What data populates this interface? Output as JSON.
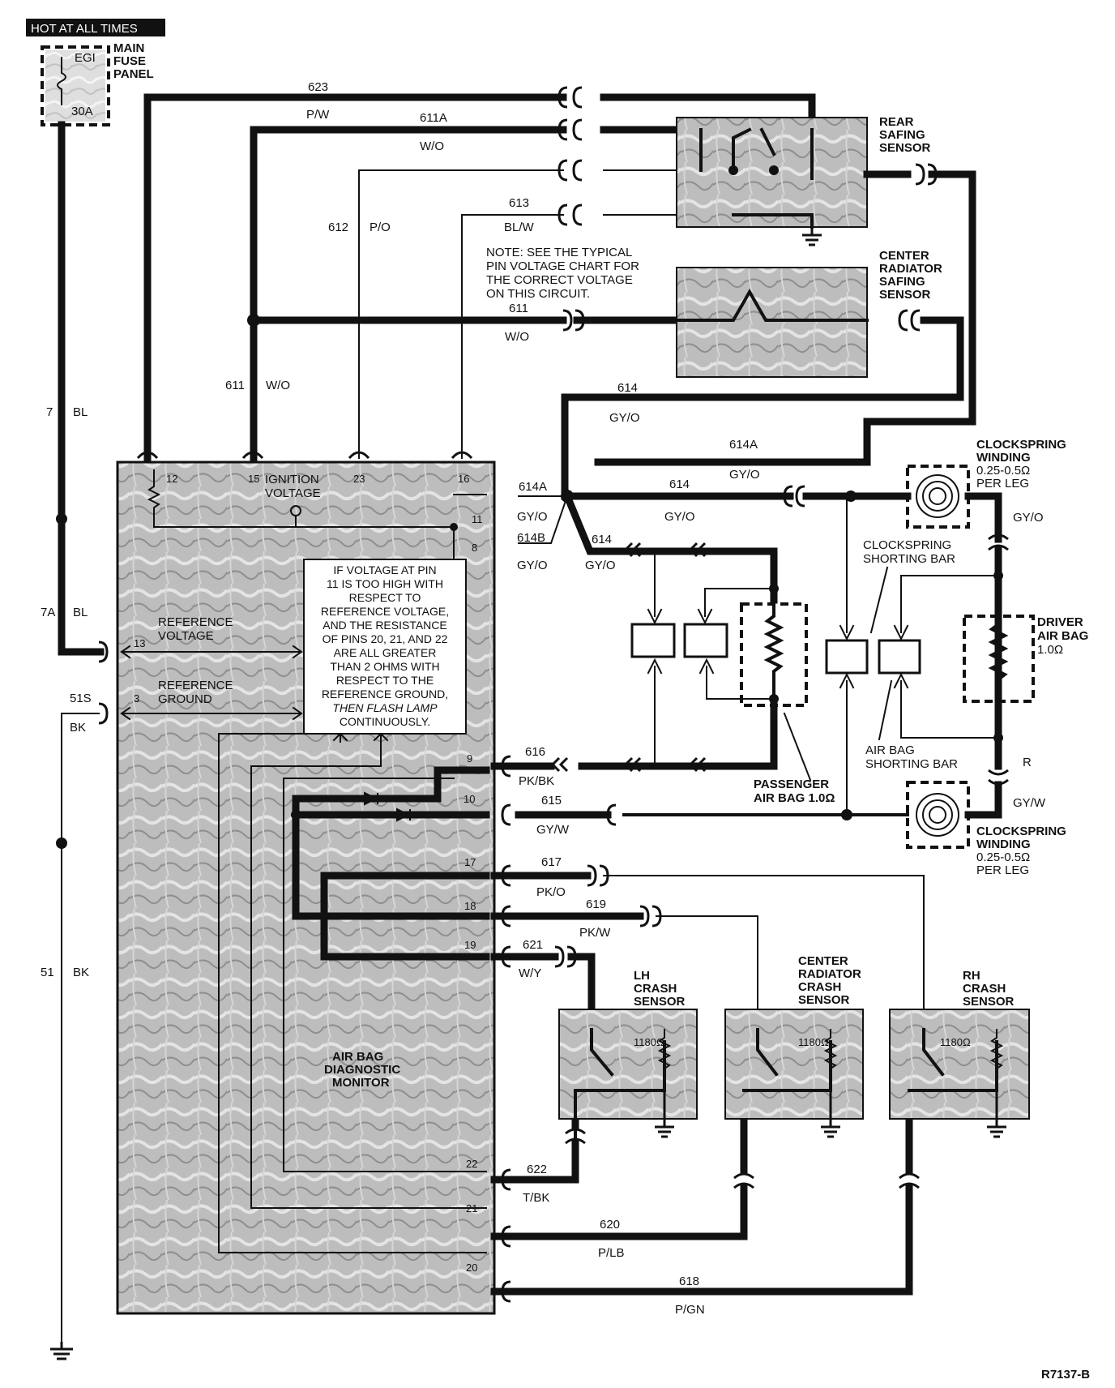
{
  "header_tag": "HOT AT ALL TIMES",
  "drawing_id": "R7137-B",
  "fuse": {
    "title_lines": [
      "MAIN",
      "FUSE",
      "PANEL"
    ],
    "name": "EGI",
    "rating": "30A"
  },
  "circuits": {
    "c623": {
      "num": "623",
      "color": "P/W"
    },
    "c611A_top": {
      "num": "611A",
      "color": "W/O"
    },
    "c612": {
      "num": "612",
      "color": "P/O"
    },
    "c613": {
      "num": "613",
      "color": "BL/W"
    },
    "c611": {
      "num": "611",
      "color": "W/O"
    },
    "c611_vert": {
      "num": "611",
      "color": "W/O"
    },
    "c7": {
      "num": "7",
      "color": "BL"
    },
    "c7A": {
      "num": "7A",
      "color": "BL"
    },
    "c51S": {
      "num": "51S",
      "color": "BK"
    },
    "c51": {
      "num": "51",
      "color": "BK"
    },
    "c614_top": {
      "num": "614",
      "color": "GY/O"
    },
    "c614A_right": {
      "num": "614A",
      "color": "GY/O"
    },
    "c614A_pin": {
      "num": "614A",
      "color": "GY/O"
    },
    "c614_mid": {
      "num": "614",
      "color": "GY/O"
    },
    "c614B": {
      "num": "614B",
      "color": "GY/O"
    },
    "c614_lower": {
      "num": "614",
      "color": "GY/O"
    },
    "c616": {
      "num": "616",
      "color": "PK/BK"
    },
    "c615": {
      "num": "615",
      "color": "GY/W"
    },
    "c617": {
      "num": "617",
      "color": "PK/O"
    },
    "c619": {
      "num": "619",
      "color": "PK/W"
    },
    "c621": {
      "num": "621",
      "color": "W/Y"
    },
    "c622": {
      "num": "622",
      "color": "T/BK"
    },
    "c620": {
      "num": "620",
      "color": "P/LB"
    },
    "c618": {
      "num": "618",
      "color": "P/GN"
    },
    "gyo_right": {
      "color": "GY/O"
    },
    "gyw_right": {
      "color": "GY/W"
    },
    "r_right": {
      "color": "R"
    }
  },
  "note": [
    "NOTE: SEE THE TYPICAL",
    "PIN VOLTAGE CHART FOR",
    "THE CORRECT VOLTAGE",
    "ON THIS CIRCUIT."
  ],
  "components": {
    "rear_safing": [
      "REAR",
      "SAFING",
      "SENSOR"
    ],
    "center_safing": [
      "CENTER",
      "RADIATOR",
      "SAFING",
      "SENSOR"
    ],
    "clockspring_top": [
      "CLOCKSPRING",
      "WINDING",
      "0.25-0.5Ω",
      "PER LEG"
    ],
    "clockspring_bottom": [
      "CLOCKSPRING",
      "WINDING",
      "0.25-0.5Ω",
      "PER LEG"
    ],
    "clockspring_shorting": [
      "CLOCKSPRING",
      "SHORTING BAR"
    ],
    "airbag_shorting": [
      "AIR BAG",
      "SHORTING BAR"
    ],
    "driver_airbag": [
      "DRIVER",
      "AIR BAG",
      "1.0Ω"
    ],
    "passenger_airbag": [
      "PASSENGER",
      "AIR BAG 1.0Ω"
    ],
    "lh_crash": [
      "LH",
      "CRASH",
      "SENSOR"
    ],
    "center_crash": [
      "CENTER",
      "RADIATOR",
      "CRASH",
      "SENSOR"
    ],
    "rh_crash": [
      "RH",
      "CRASH",
      "SENSOR"
    ],
    "crash_resistor": "1180Ω",
    "monitor": [
      "AIR BAG",
      "DIAGNOSTIC",
      "MONITOR"
    ]
  },
  "monitor_box": {
    "ignition_label": [
      "IGNITION",
      "VOLTAGE"
    ],
    "ref_voltage": [
      "REFERENCE",
      "VOLTAGE"
    ],
    "ref_ground": [
      "REFERENCE",
      "GROUND"
    ],
    "pins": {
      "p12": "12",
      "p15": "15",
      "p23": "23",
      "p16": "16",
      "p11": "11",
      "p8": "8",
      "p13": "13",
      "p3": "3",
      "p9": "9",
      "p10": "10",
      "p17": "17",
      "p18": "18",
      "p19": "19",
      "p22": "22",
      "p21": "21",
      "p20": "20"
    },
    "message": [
      "IF VOLTAGE AT PIN",
      "11 IS TOO HIGH WITH",
      "RESPECT TO",
      "REFERENCE VOLTAGE,",
      "AND THE RESISTANCE",
      "OF PINS 20, 21, AND 22",
      "ARE ALL GREATER",
      "THAN 2 OHMS WITH",
      "RESPECT TO THE",
      "REFERENCE GROUND,",
      "THEN FLASH LAMP",
      "CONTINUOUSLY."
    ]
  }
}
